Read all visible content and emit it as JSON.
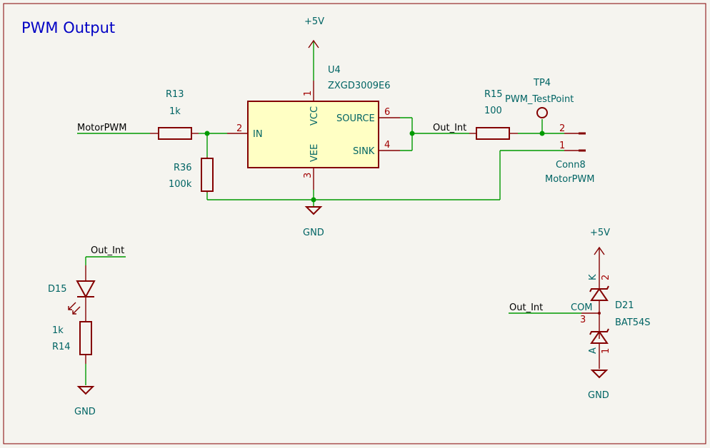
{
  "title": "PWM Output",
  "power": {
    "vcc_top": "+5V",
    "gnd_main": "GND",
    "gnd_led": "GND",
    "vcc_right": "+5V",
    "gnd_right": "GND"
  },
  "r13": {
    "ref": "R13",
    "value": "1k"
  },
  "r36": {
    "ref": "R36",
    "value": "100k"
  },
  "r15": {
    "ref": "R15",
    "value": "100"
  },
  "r14": {
    "ref": "R14",
    "value": "1k"
  },
  "u4": {
    "ref": "U4",
    "value": "ZXGD3009E6",
    "pins": {
      "in_name": "IN",
      "in_num": "2",
      "vcc_name": "VCC",
      "vcc_num": "1",
      "vee_name": "VEE",
      "vee_num": "3",
      "source_name": "SOURCE",
      "source_num": "6",
      "sink_name": "SINK",
      "sink_num": "4"
    }
  },
  "tp4": {
    "ref": "TP4",
    "value": "PWM_TestPoint"
  },
  "conn8": {
    "ref": "Conn8",
    "value": "MotorPWM",
    "pin2": "2",
    "pin1": "1"
  },
  "d15": {
    "ref": "D15"
  },
  "d21": {
    "ref": "D21",
    "value": "BAT54S",
    "com_name": "COM",
    "com_num": "3",
    "k_name": "K",
    "k_num": "2",
    "a_name": "A",
    "a_num": "1"
  },
  "nets": {
    "motorpwm": "MotorPWM",
    "out_int_main": "Out_Int",
    "out_int_led": "Out_Int",
    "out_int_d21": "Out_Int"
  },
  "colors": {
    "wire": "#009a00",
    "body": "#840000",
    "fill": "#ffffc4",
    "reference": "#006464",
    "pin_number": "#a10000",
    "title": "#0000c4",
    "frame": "#840000"
  }
}
